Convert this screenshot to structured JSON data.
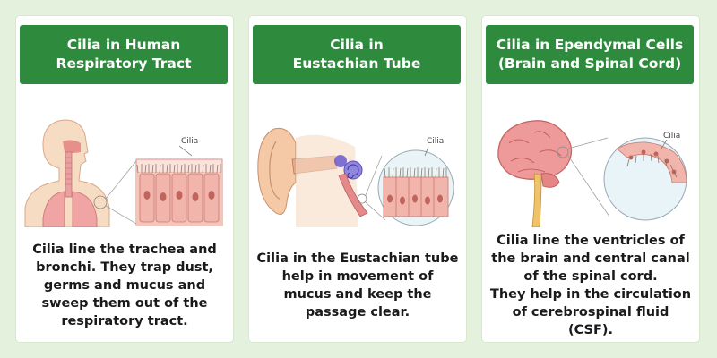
{
  "cards": [
    {
      "title": "Cilia in Human\nRespiratory Tract",
      "label": "Cilia",
      "description": "Cilia line the trachea and bronchi. They trap dust, germs and mucus and sweep them out of the respiratory tract."
    },
    {
      "title": "Cilia in\nEustachian Tube",
      "label": "Cilia",
      "description": "Cilia in the Eustachian tube help in movement of mucus and keep the passage clear."
    },
    {
      "title": "Cilia in Ependymal Cells\n(Brain and Spinal Cord)",
      "label": "Cilia",
      "description": "Cilia line the ventricles of the brain and central canal of the spinal cord.\nThey help in the circulation of cerebrospinal fluid (CSF)."
    }
  ],
  "colors": {
    "background": "#e4f1dc",
    "header": "#2e8b3e",
    "cell": "#f2b5ac",
    "skin": "#f5c9a6"
  }
}
